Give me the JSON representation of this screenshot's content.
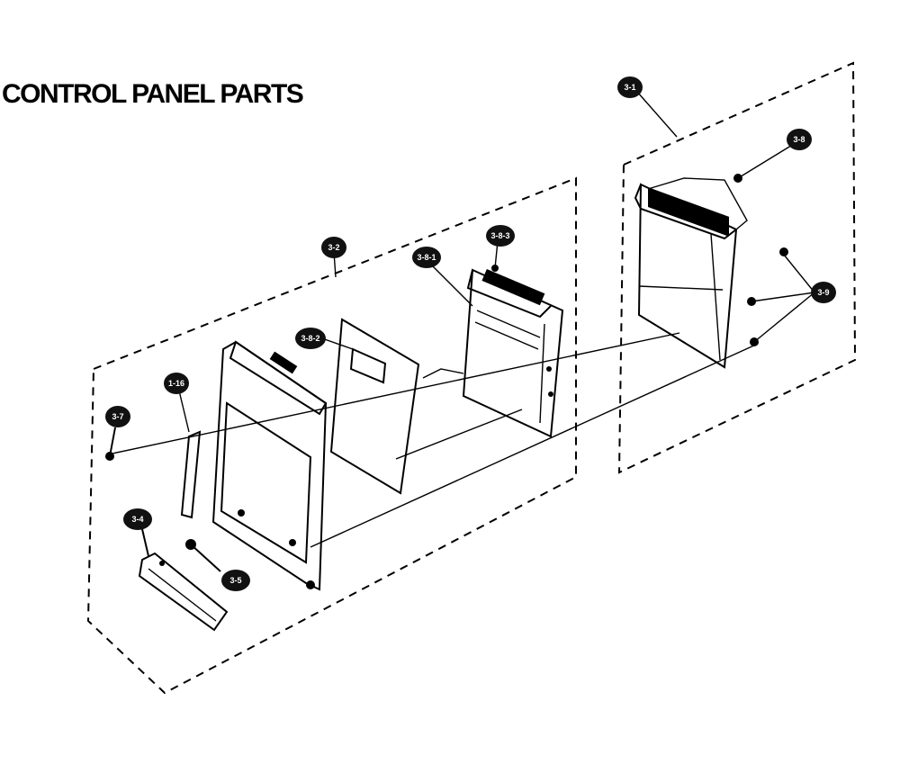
{
  "title": "CONTROL PANEL PARTS",
  "callouts": {
    "c31": "3-1",
    "c38": "3-8",
    "c39": "3-9",
    "c32": "3-2",
    "c381": "3-8-1",
    "c383": "3-8-3",
    "c382": "3-8-2",
    "c16": "1-16",
    "c37": "3-7",
    "c34": "3-4",
    "c35": "3-5"
  },
  "colors": {
    "ink": "#000000",
    "paper": "#ffffff",
    "callout_fill": "#111111"
  }
}
